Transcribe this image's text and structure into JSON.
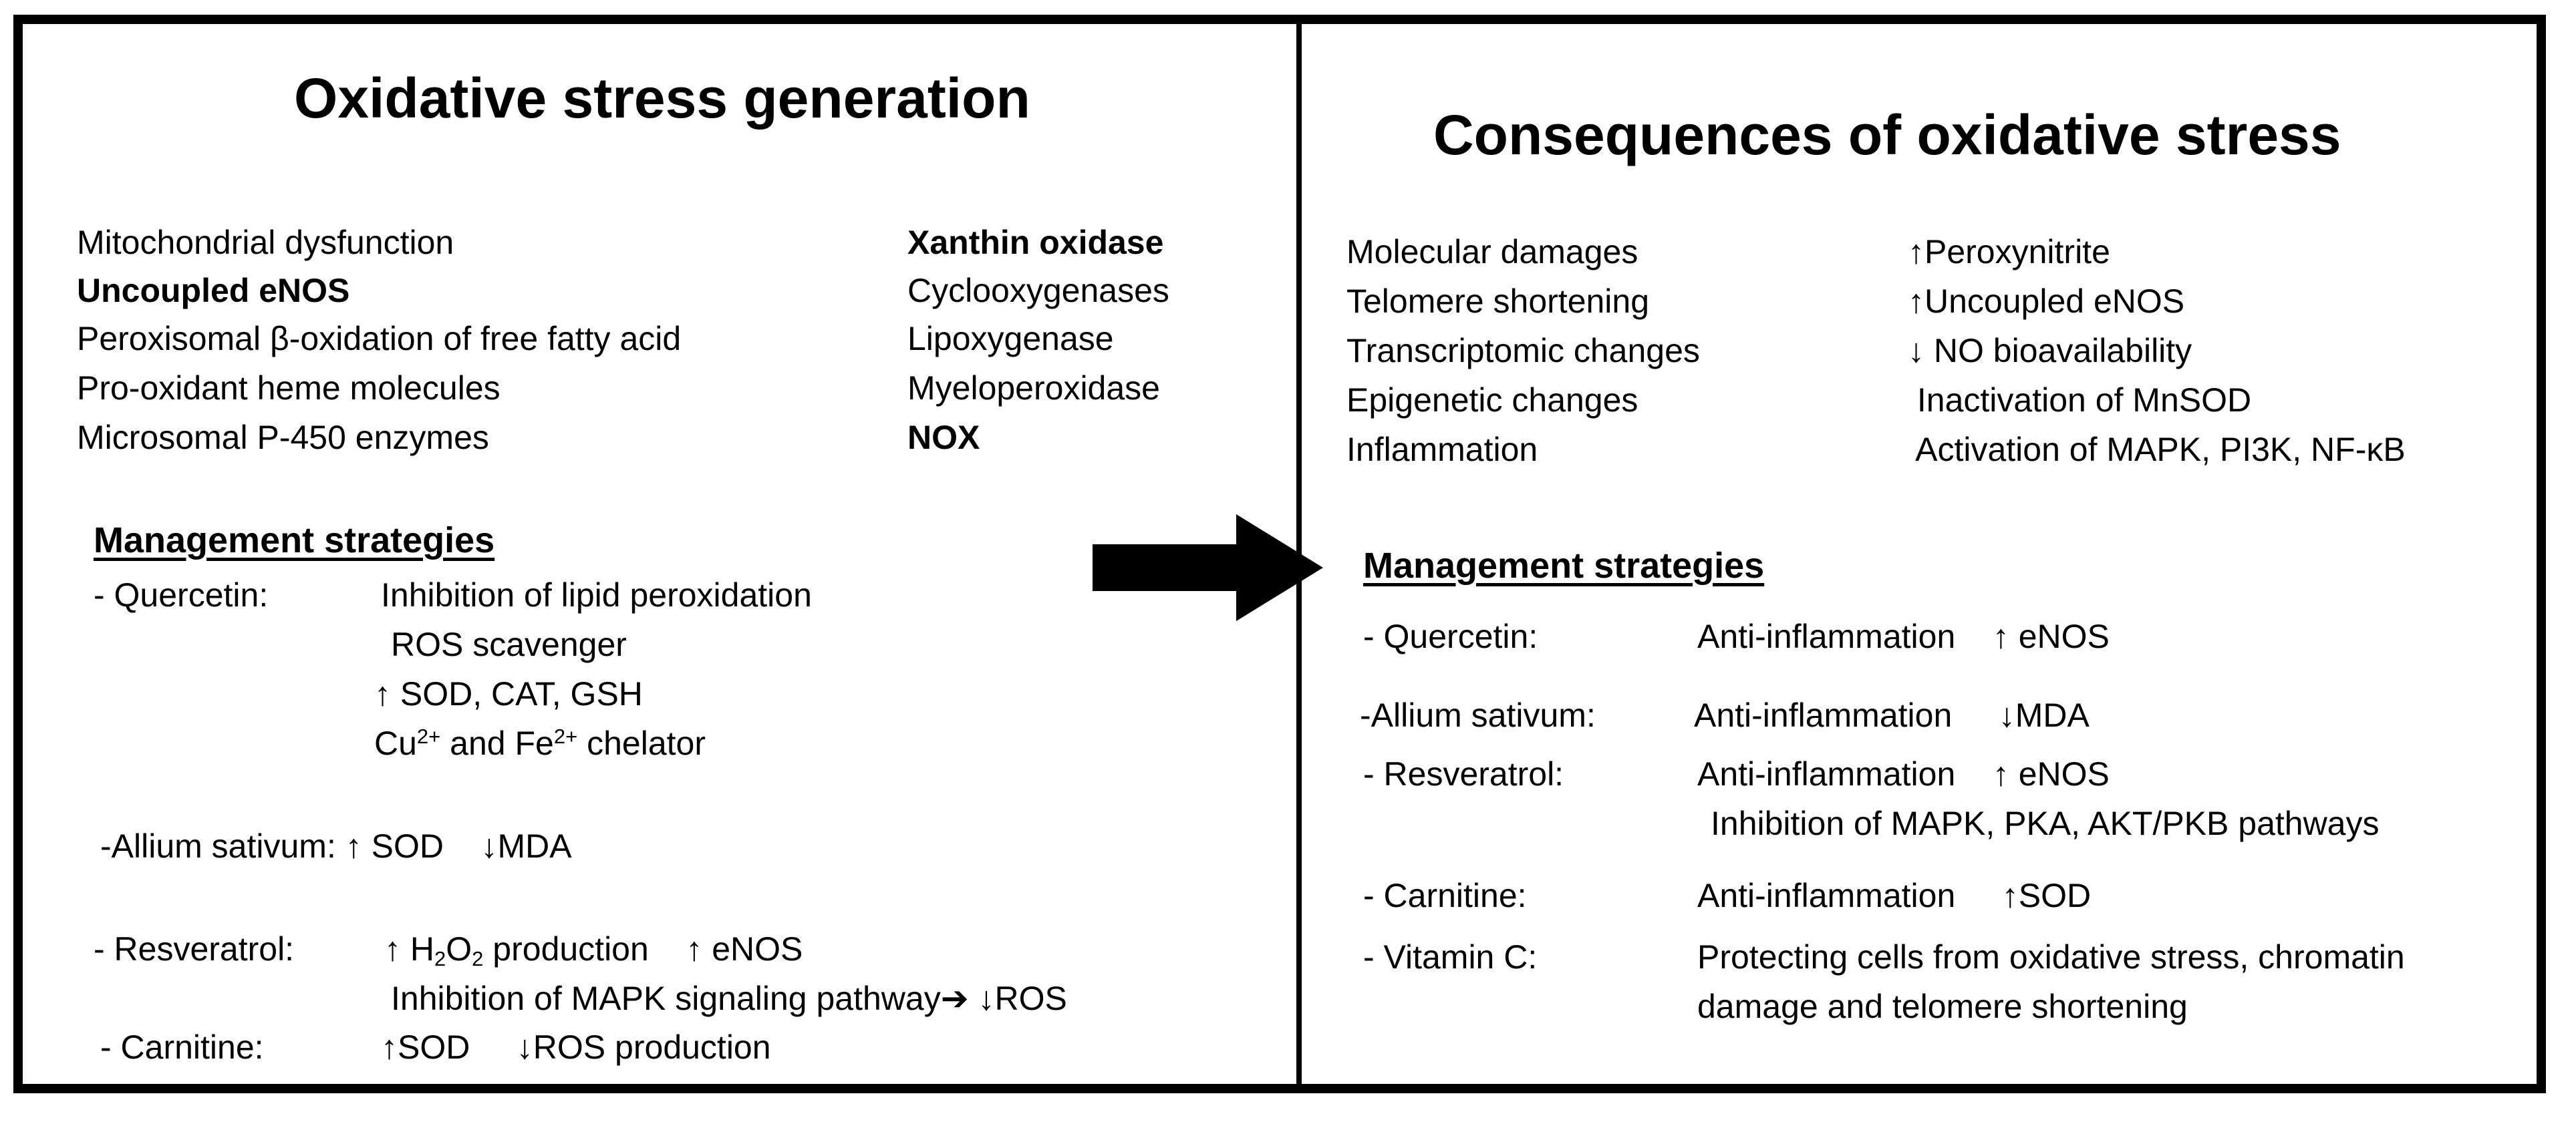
{
  "left": {
    "title": "Oxidative stress generation",
    "sources_col1": [
      "Mitochondrial dysfunction",
      "Uncoupled eNOS",
      "Peroxisomal β-oxidation of free fatty acid",
      "Pro-oxidant heme molecules",
      "Microsomal P-450 enzymes"
    ],
    "sources_col2": [
      "Xanthin oxidase",
      "Cyclooxygenases",
      "Lipoxygenase",
      "Myeloperoxidase",
      "NOX"
    ],
    "mgmt_title": "Management strategies",
    "quercetin": {
      "name": "- Quercetin:",
      "effects": [
        "Inhibition of lipid peroxidation",
        "ROS scavenger",
        "↑ SOD, CAT, GSH"
      ],
      "chelator": {
        "cu": "Cu",
        "cu_charge": "2+",
        "and_fe": " and Fe",
        "fe_charge": "2+",
        "rest": " chelator"
      }
    },
    "allium": {
      "line": "-Allium sativum: ↑ SOD    ↓MDA"
    },
    "resveratrol": {
      "name": "- Resveratrol:",
      "p1": "↑ H",
      "sub2a": "2",
      "p2": "O",
      "sub2b": "2",
      "p3": " production    ↑ eNOS",
      "line2": "Inhibition of MAPK signaling pathway➔ ↓ROS"
    },
    "carnitine": {
      "name": "- Carnitine:",
      "effects": "↑SOD     ↓ROS production"
    }
  },
  "right": {
    "title": "Consequences of oxidative stress",
    "consequences_col1": [
      "Molecular damages",
      "Telomere shortening",
      "Transcriptomic changes",
      "Epigenetic changes",
      "Inflammation"
    ],
    "consequences_col2": [
      "↑Peroxynitrite",
      "↑Uncoupled eNOS",
      "↓ NO bioavailability",
      " Inactivation of MnSOD",
      " Activation of MAPK, PI3K, NF-κB"
    ],
    "mgmt_title": "Management strategies",
    "strategies": [
      {
        "name": "- Quercetin:",
        "effect": "Anti-inflammation    ↑ eNOS"
      },
      {
        "name": "-Allium sativum:",
        "effect": "Anti-inflammation     ↓MDA"
      },
      {
        "name": "- Resveratrol:",
        "effect": "Anti-inflammation    ↑ eNOS",
        "extra": "Inhibition of MAPK, PKA, AKT/PKB pathways"
      },
      {
        "name": "- Carnitine:",
        "effect": "Anti-inflammation     ↑SOD"
      },
      {
        "name": "- Vitamin C:",
        "effect": "Protecting cells from oxidative stress, chromatin",
        "extra": "damage and telomere shortening"
      }
    ]
  }
}
